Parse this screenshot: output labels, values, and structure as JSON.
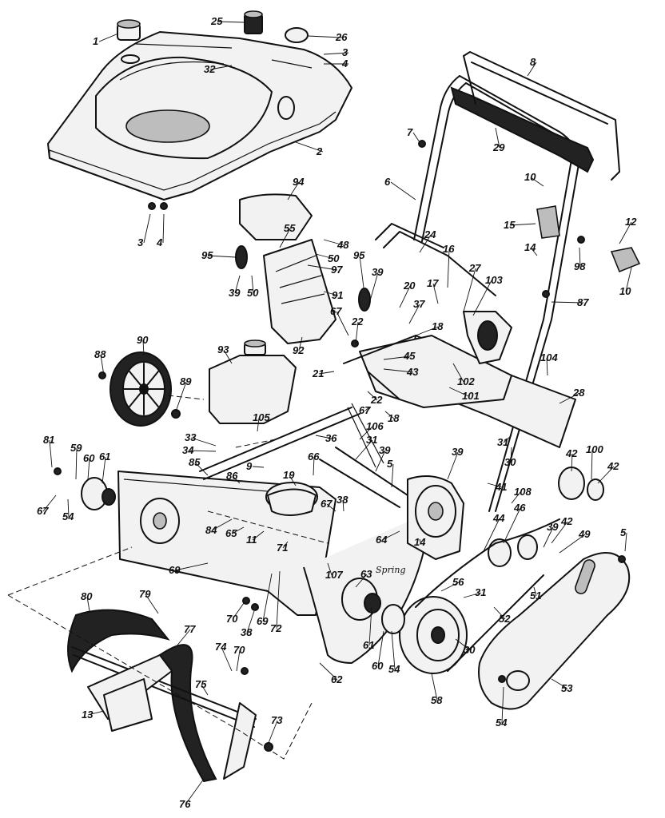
{
  "callouts": [
    {
      "id": "c1",
      "label": "1"
    },
    {
      "id": "c25",
      "label": "25"
    },
    {
      "id": "c26",
      "label": "26"
    },
    {
      "id": "c3a",
      "label": "3"
    },
    {
      "id": "c4a",
      "label": "4"
    },
    {
      "id": "c32",
      "label": "32"
    },
    {
      "id": "c8",
      "label": "8"
    },
    {
      "id": "c2",
      "label": "2"
    },
    {
      "id": "c7",
      "label": "7"
    },
    {
      "id": "c29",
      "label": "29"
    },
    {
      "id": "c6",
      "label": "6"
    },
    {
      "id": "c10a",
      "label": "10"
    },
    {
      "id": "c94",
      "label": "94"
    },
    {
      "id": "c3b",
      "label": "3"
    },
    {
      "id": "c4b",
      "label": "4"
    },
    {
      "id": "c15",
      "label": "15"
    },
    {
      "id": "c12",
      "label": "12"
    },
    {
      "id": "c55",
      "label": "55"
    },
    {
      "id": "c48",
      "label": "48"
    },
    {
      "id": "c50a",
      "label": "50"
    },
    {
      "id": "c24",
      "label": "24"
    },
    {
      "id": "c14a",
      "label": "14"
    },
    {
      "id": "c98",
      "label": "98"
    },
    {
      "id": "c10b",
      "label": "10"
    },
    {
      "id": "c95a",
      "label": "95"
    },
    {
      "id": "c97",
      "label": "97"
    },
    {
      "id": "c95b",
      "label": "95"
    },
    {
      "id": "c16",
      "label": "16"
    },
    {
      "id": "c27",
      "label": "27"
    },
    {
      "id": "c103",
      "label": "103"
    },
    {
      "id": "c39a",
      "label": "39"
    },
    {
      "id": "c50b",
      "label": "50"
    },
    {
      "id": "c39b",
      "label": "39"
    },
    {
      "id": "c20",
      "label": "20"
    },
    {
      "id": "c17",
      "label": "17"
    },
    {
      "id": "c91",
      "label": "91"
    },
    {
      "id": "c87",
      "label": "87"
    },
    {
      "id": "c67a",
      "label": "67"
    },
    {
      "id": "c37",
      "label": "37"
    },
    {
      "id": "c18a",
      "label": "18"
    },
    {
      "id": "c22a",
      "label": "22"
    },
    {
      "id": "c90",
      "label": "90"
    },
    {
      "id": "c92",
      "label": "92"
    },
    {
      "id": "c93",
      "label": "93"
    },
    {
      "id": "c45",
      "label": "45"
    },
    {
      "id": "c43",
      "label": "43"
    },
    {
      "id": "c102",
      "label": "102"
    },
    {
      "id": "c104",
      "label": "104"
    },
    {
      "id": "c88",
      "label": "88"
    },
    {
      "id": "c21",
      "label": "21"
    },
    {
      "id": "c101",
      "label": "101"
    },
    {
      "id": "c89",
      "label": "89"
    },
    {
      "id": "c22b",
      "label": "22"
    },
    {
      "id": "c28",
      "label": "28"
    },
    {
      "id": "c67b",
      "label": "67"
    },
    {
      "id": "c18b",
      "label": "18"
    },
    {
      "id": "c105",
      "label": "105"
    },
    {
      "id": "c106",
      "label": "106"
    },
    {
      "id": "c31a",
      "label": "31"
    },
    {
      "id": "c36",
      "label": "36"
    },
    {
      "id": "c31b",
      "label": "31"
    },
    {
      "id": "c33",
      "label": "33"
    },
    {
      "id": "c39c",
      "label": "39"
    },
    {
      "id": "c81",
      "label": "81"
    },
    {
      "id": "c34",
      "label": "34"
    },
    {
      "id": "c30a",
      "label": "30"
    },
    {
      "id": "c59",
      "label": "59"
    },
    {
      "id": "c66",
      "label": "66"
    },
    {
      "id": "c39d",
      "label": "39"
    },
    {
      "id": "c42a",
      "label": "42"
    },
    {
      "id": "c100",
      "label": "100"
    },
    {
      "id": "c60a",
      "label": "60"
    },
    {
      "id": "c61a",
      "label": "61"
    },
    {
      "id": "c85",
      "label": "85"
    },
    {
      "id": "c9",
      "label": "9"
    },
    {
      "id": "c5a",
      "label": "5"
    },
    {
      "id": "c42b",
      "label": "42"
    },
    {
      "id": "c86",
      "label": "86"
    },
    {
      "id": "c19",
      "label": "19"
    },
    {
      "id": "c41",
      "label": "41"
    },
    {
      "id": "c108",
      "label": "108"
    },
    {
      "id": "c67c",
      "label": "67"
    },
    {
      "id": "c54a",
      "label": "54"
    },
    {
      "id": "c67d",
      "label": "67"
    },
    {
      "id": "c38a",
      "label": "38"
    },
    {
      "id": "c46",
      "label": "46"
    },
    {
      "id": "c44",
      "label": "44"
    },
    {
      "id": "c42c",
      "label": "42"
    },
    {
      "id": "c39e",
      "label": "39"
    },
    {
      "id": "c84",
      "label": "84"
    },
    {
      "id": "c65",
      "label": "65"
    },
    {
      "id": "c11",
      "label": "11"
    },
    {
      "id": "c64",
      "label": "64"
    },
    {
      "id": "c14b",
      "label": "14"
    },
    {
      "id": "c49",
      "label": "49"
    },
    {
      "id": "c5b",
      "label": "5"
    },
    {
      "id": "c71",
      "label": "71"
    },
    {
      "id": "c69a",
      "label": "69"
    },
    {
      "id": "c107",
      "label": "107"
    },
    {
      "id": "c63",
      "label": "63"
    },
    {
      "id": "c56",
      "label": "56"
    },
    {
      "id": "c80",
      "label": "80"
    },
    {
      "id": "c79",
      "label": "79"
    },
    {
      "id": "c31c",
      "label": "31"
    },
    {
      "id": "c51",
      "label": "51"
    },
    {
      "id": "c70a",
      "label": "70"
    },
    {
      "id": "c38b",
      "label": "38"
    },
    {
      "id": "c69b",
      "label": "69"
    },
    {
      "id": "c72",
      "label": "72"
    },
    {
      "id": "c52",
      "label": "52"
    },
    {
      "id": "c77",
      "label": "77"
    },
    {
      "id": "c61b",
      "label": "61"
    },
    {
      "id": "c60b",
      "label": "60"
    },
    {
      "id": "c54b",
      "label": "54"
    },
    {
      "id": "c30b",
      "label": "30"
    },
    {
      "id": "c74",
      "label": "74"
    },
    {
      "id": "c70b",
      "label": "70"
    },
    {
      "id": "c62",
      "label": "62"
    },
    {
      "id": "c75",
      "label": "75"
    },
    {
      "id": "c58",
      "label": "58"
    },
    {
      "id": "c53",
      "label": "53"
    },
    {
      "id": "c13",
      "label": "13"
    },
    {
      "id": "c54c",
      "label": "54"
    },
    {
      "id": "c73",
      "label": "73"
    },
    {
      "id": "c76",
      "label": "76"
    }
  ],
  "handwritten_note": "Spring"
}
